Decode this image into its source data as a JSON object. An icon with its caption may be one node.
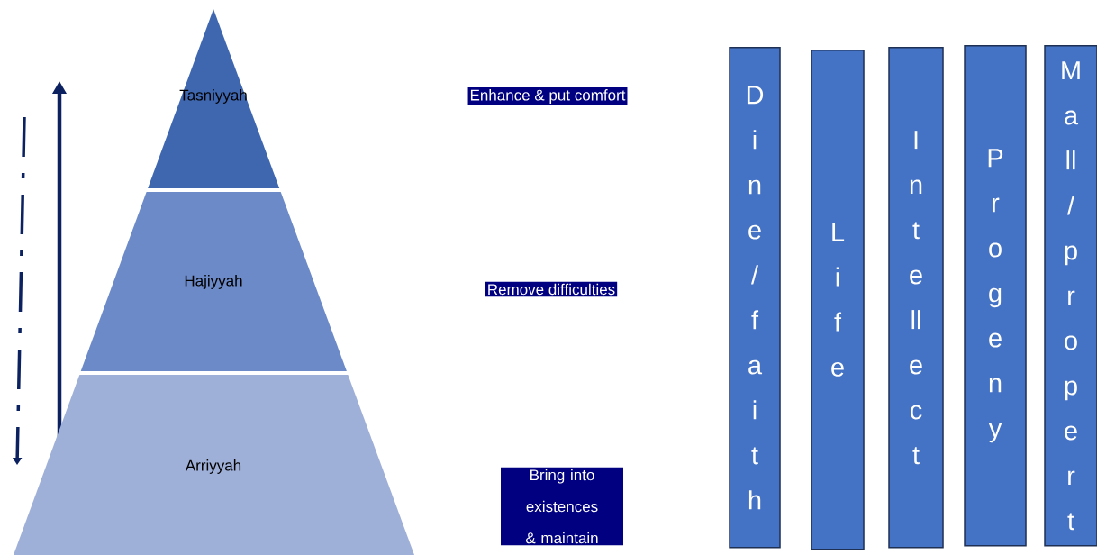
{
  "diagram": {
    "nodes": [
      {
        "text": [
          "Tasniyyah"
        ]
      },
      {
        "text": [
          "Hajiyyah"
        ]
      },
      {
        "text": [
          "Arriyyah"
        ]
      },
      {
        "text": [
          "Enhance & put comfort"
        ]
      },
      {
        "text": [
          "Remove difficulties"
        ]
      },
      {
        "text": [
          "Bring into existences & maintain"
        ]
      },
      {
        "text": [
          "Dine/faith"
        ]
      },
      {
        "text": [
          "Life"
        ]
      },
      {
        "text": [
          "Intellect"
        ]
      },
      {
        "text": [
          "Progeny"
        ]
      },
      {
        "text": [
          "Mall/propert"
        ]
      }
    ]
  }
}
